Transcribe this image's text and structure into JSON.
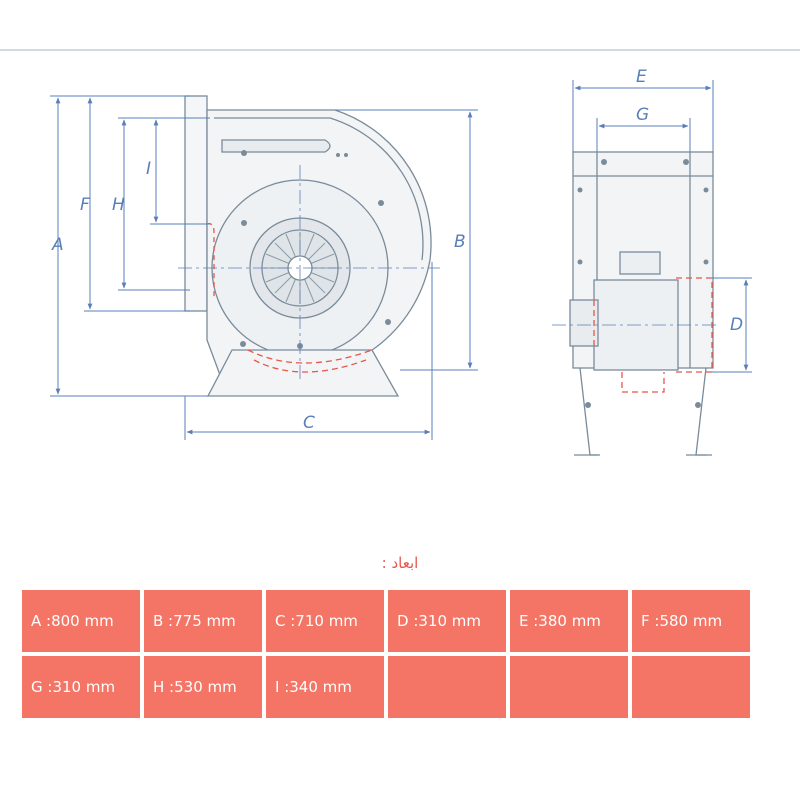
{
  "drawing": {
    "front_view_labels": {
      "A": "A",
      "F": "F",
      "H": "H",
      "I": "I",
      "B": "B",
      "C": "C"
    },
    "side_view_labels": {
      "E": "E",
      "G": "G",
      "D": "D"
    },
    "colors": {
      "line": "#7a8b9a",
      "dimension": "#5a7fb8",
      "motor": "#e8564a"
    }
  },
  "caption": "ابعاد :",
  "table": {
    "rows": [
      [
        "A :800 mm",
        "B :775 mm",
        "C :710 mm",
        "D :310 mm",
        "E :380 mm",
        "F :580 mm"
      ],
      [
        "G :310 mm",
        "H :530 mm",
        "I :340 mm",
        "",
        "",
        ""
      ]
    ],
    "cell_color": "#f47565",
    "text_color": "#ffffff"
  }
}
